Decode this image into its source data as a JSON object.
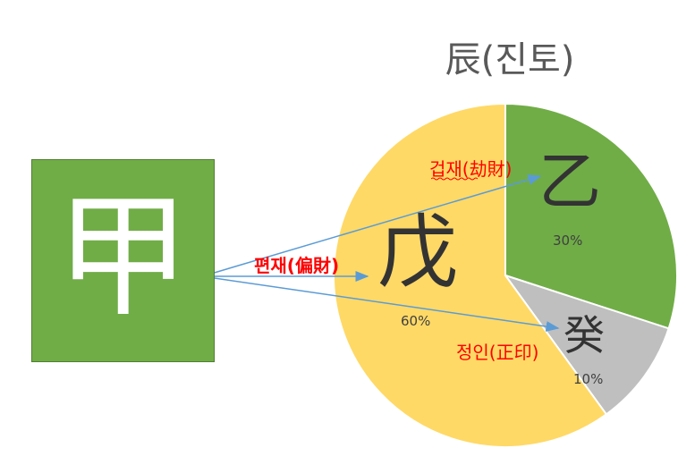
{
  "title": "辰(진토)",
  "stem": {
    "char": "甲",
    "color": "#70ad47"
  },
  "pie": {
    "slices": [
      {
        "char": "乙",
        "percent_label": "30%",
        "value": 30,
        "color": "#70ad47"
      },
      {
        "char": "癸",
        "percent_label": "10%",
        "value": 10,
        "color": "#bfbfbf"
      },
      {
        "char": "戊",
        "percent_label": "60%",
        "value": 60,
        "color": "#ffd966"
      }
    ]
  },
  "relations": {
    "geopjae": "겁재(劫財)",
    "pyeonjae": "편재(偏財)",
    "jeongin": "정인(正印)"
  },
  "arrow_color": "#5b9bd5",
  "label_color": "#ff0000",
  "chart_data": {
    "type": "pie",
    "categories": [
      "乙",
      "癸",
      "戊"
    ],
    "values": [
      30,
      10,
      60
    ],
    "title": "辰(진토)"
  }
}
